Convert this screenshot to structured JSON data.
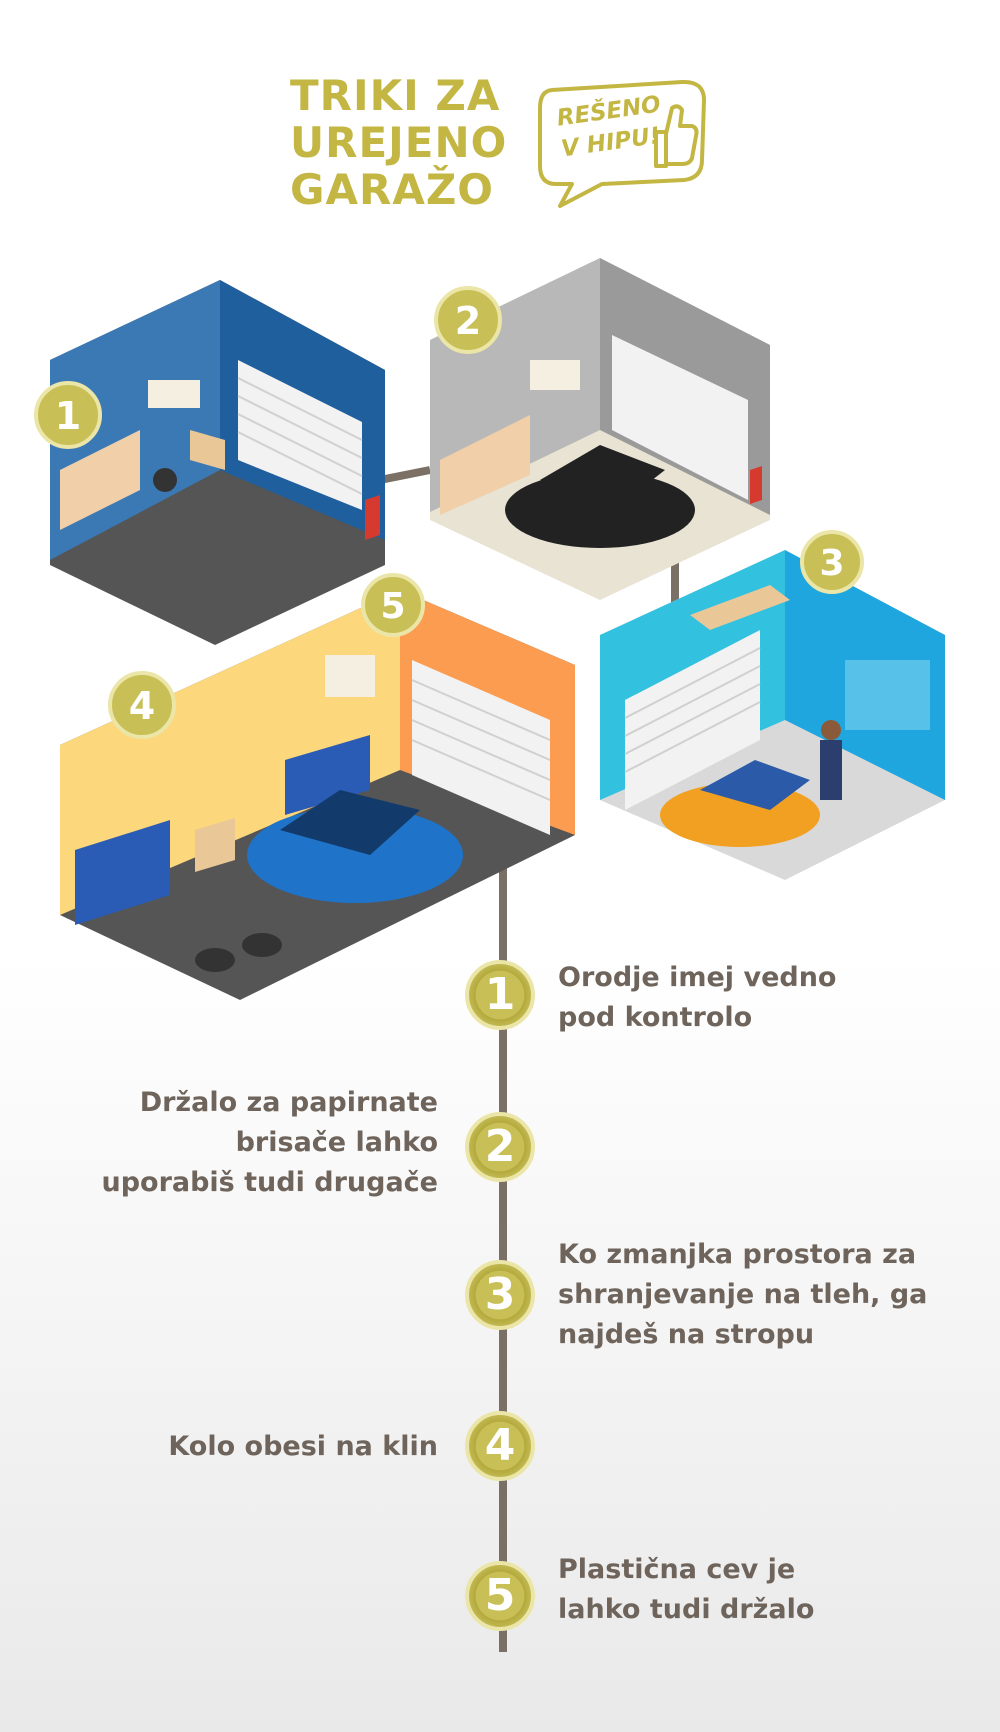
{
  "header": {
    "title_lines": [
      "TRIKI ZA",
      "UREJENO",
      "GARAŽO"
    ],
    "badge_lines": [
      "REŠENO",
      "V HIPU!"
    ]
  },
  "illustration": {
    "garages": [
      {
        "number": "1",
        "wall_color": "#1f5f9e"
      },
      {
        "number": "2",
        "wall_color": "#a3a3a3"
      },
      {
        "number": "3",
        "wall_color": "#21b6d9"
      },
      {
        "number": "4",
        "wall_color": "#fcd77c"
      },
      {
        "number": "5",
        "wall_color": "#fb9c50"
      }
    ]
  },
  "steps": [
    {
      "number": "1",
      "text_lines": [
        "Orodje imej vedno",
        "pod kontrolo"
      ]
    },
    {
      "number": "2",
      "text_lines": [
        "Držalo za papirnate",
        "brisače lahko",
        "uporabiš tudi drugače"
      ]
    },
    {
      "number": "3",
      "text_lines": [
        "Ko zmanjka prostora za",
        "shranjevanje na tleh, ga",
        "najdeš na stropu"
      ]
    },
    {
      "number": "4",
      "text_lines": [
        "Kolo obesi na klin"
      ]
    },
    {
      "number": "5",
      "text_lines": [
        "Plastična cev je",
        "lahko tudi držalo"
      ]
    }
  ],
  "colors": {
    "accent": "#c3b643",
    "text": "#6e645b",
    "timeline": "#7a7065"
  }
}
